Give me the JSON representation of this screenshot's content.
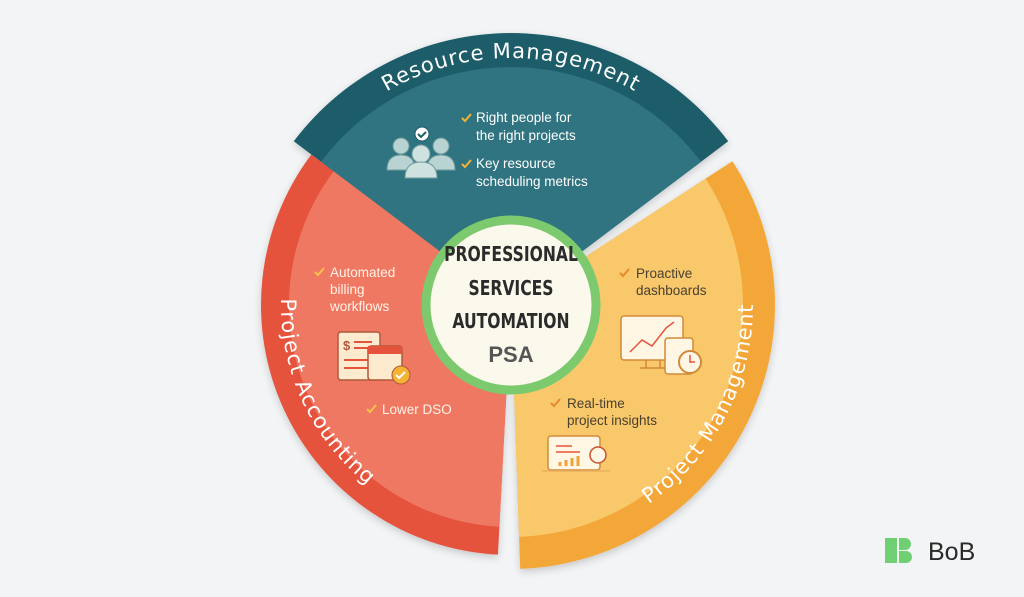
{
  "colors": {
    "teal_outer": "#1f5d69",
    "teal_inner": "#2f7480",
    "red_outer": "#e5533d",
    "red_inner": "#ef7862",
    "orange_outer": "#f2a738",
    "orange_inner": "#f9c86b",
    "center_fill": "#fbf8ec",
    "center_ring": "#7cc96e",
    "check": "#f5b335"
  },
  "segments": {
    "resource": {
      "title": "Resource Management",
      "bullets": [
        {
          "line1": "Right people for",
          "line2": "the right projects"
        },
        {
          "line1": "Key resource",
          "line2": "scheduling metrics"
        }
      ],
      "icon": "team-people-icon"
    },
    "accounting": {
      "title": "Project Accounting",
      "bullets": [
        {
          "line1": "Automated",
          "line2": "billing",
          "line3": "workflows"
        },
        {
          "line1": "Lower DSO"
        }
      ],
      "icon": "invoice-calendar-icon"
    },
    "management": {
      "title": "Project Management",
      "bullets": [
        {
          "line1": "Proactive",
          "line2": "dashboards"
        },
        {
          "line1": "Real-time",
          "line2": "project insights"
        }
      ],
      "icons": [
        "dashboard-monitor-icon",
        "insights-report-icon"
      ]
    }
  },
  "center": {
    "line1": "PROFESSIONAL",
    "line2": "SERVICES",
    "line3": "AUTOMATION",
    "line4": "PSA"
  },
  "logo": {
    "text": "BoB"
  }
}
